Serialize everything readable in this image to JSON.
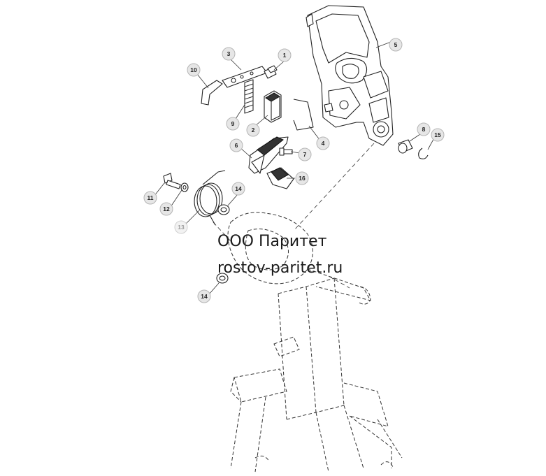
{
  "callouts": [
    {
      "number": "1"
    },
    {
      "number": "2"
    },
    {
      "number": "3"
    },
    {
      "number": "4"
    },
    {
      "number": "5"
    },
    {
      "number": "6"
    },
    {
      "number": "7"
    },
    {
      "number": "8"
    },
    {
      "number": "9"
    },
    {
      "number": "10"
    },
    {
      "number": "11"
    },
    {
      "number": "12"
    },
    {
      "number": "13"
    },
    {
      "number": "14"
    },
    {
      "number": "14"
    },
    {
      "number": "15"
    },
    {
      "number": "16"
    }
  ],
  "watermark": {
    "line1": "ООО Паритет",
    "line2": "rostov-paritet.ru"
  }
}
